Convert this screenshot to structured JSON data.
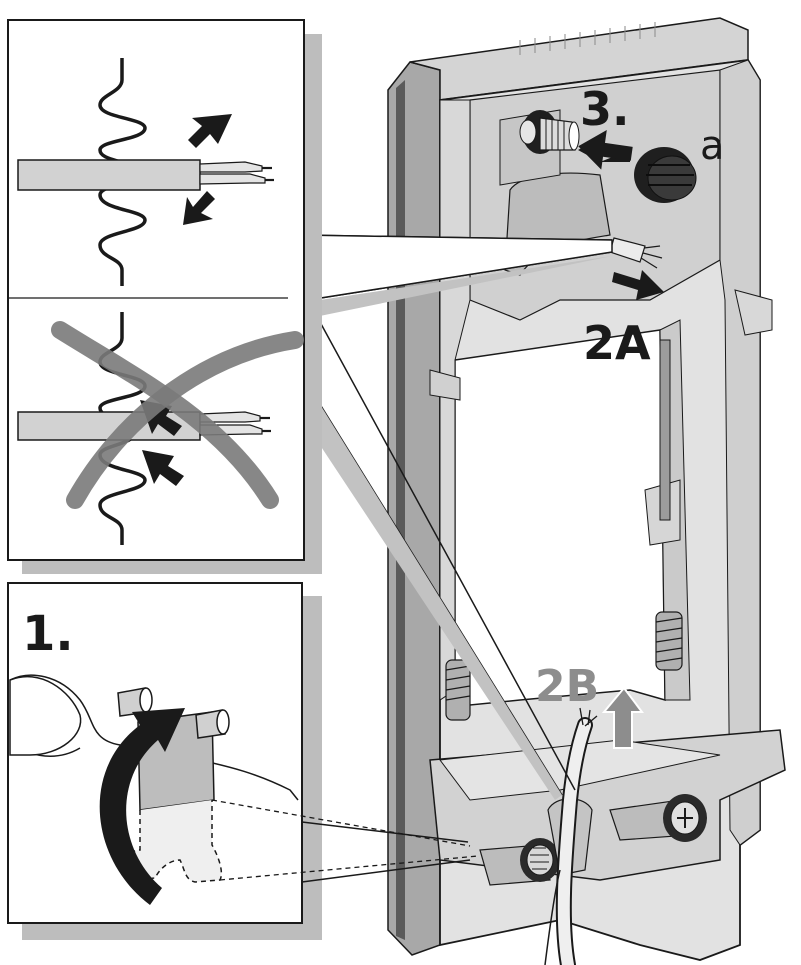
{
  "labels": {
    "step_3": "3.",
    "part_a": "a",
    "step_2a": "2A",
    "step_2b": "2B",
    "step_1": "1."
  },
  "colors": {
    "frame_light": "#e6e6e6",
    "frame_mid": "#c8c8c8",
    "frame_dark": "#9a9a9a",
    "outline": "#1a1a1a",
    "panel_shadow": "#bdbdbd",
    "cable": "#cfcfcf",
    "arrow_dark": "#1a1a1a",
    "arrow_grey": "#8d8d8d"
  },
  "icons": {
    "arrow_in": "arrow-right-icon",
    "arrow_out": "arrow-down-right-icon",
    "arrow_up": "arrow-up-icon",
    "rotate": "rotate-arrow-icon"
  }
}
